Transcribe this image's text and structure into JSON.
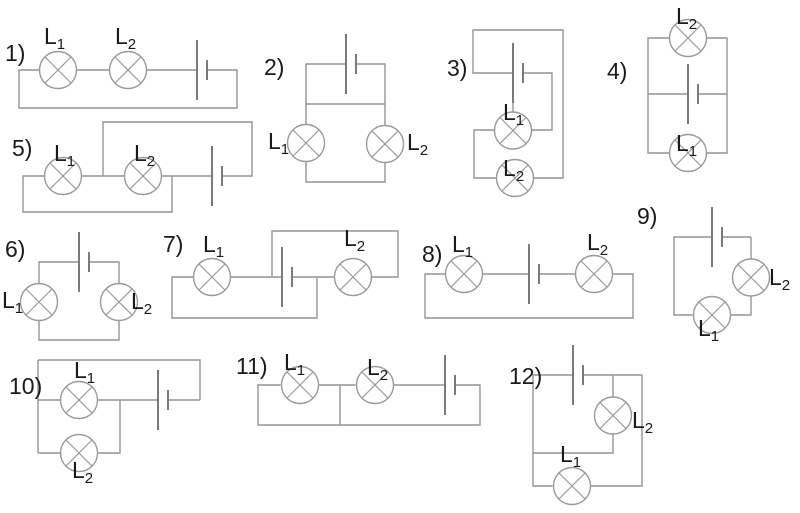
{
  "diagram": {
    "background": "#ffffff",
    "wire_color": "#949494",
    "plate_color": "#7a7a7a",
    "lamp_stroke_color": "#9a9a9a",
    "label_color": "#1a1a1a",
    "lamp_symbol": "circle-with-diagonal-cross",
    "battery_symbol": "long-and-short-plate-cell",
    "circuits": [
      {
        "number": "1)",
        "lamps": [
          {
            "base": "L",
            "sub": "1"
          },
          {
            "base": "L",
            "sub": "2"
          }
        ]
      },
      {
        "number": "2)",
        "lamps": [
          {
            "base": "L",
            "sub": "1"
          },
          {
            "base": "L",
            "sub": "2"
          }
        ]
      },
      {
        "number": "3)",
        "lamps": [
          {
            "base": "L",
            "sub": "1"
          },
          {
            "base": "L",
            "sub": "2"
          }
        ]
      },
      {
        "number": "4)",
        "lamps": [
          {
            "base": "L",
            "sub": "2"
          },
          {
            "base": "L",
            "sub": "1"
          }
        ]
      },
      {
        "number": "5)",
        "lamps": [
          {
            "base": "L",
            "sub": "1"
          },
          {
            "base": "L",
            "sub": "2"
          }
        ]
      },
      {
        "number": "6)",
        "lamps": [
          {
            "base": "L",
            "sub": "1"
          },
          {
            "base": "L",
            "sub": "2"
          }
        ]
      },
      {
        "number": "7)",
        "lamps": [
          {
            "base": "L",
            "sub": "1"
          },
          {
            "base": "L",
            "sub": "2"
          }
        ]
      },
      {
        "number": "8)",
        "lamps": [
          {
            "base": "L",
            "sub": "1"
          },
          {
            "base": "L",
            "sub": "2"
          }
        ]
      },
      {
        "number": "9)",
        "lamps": [
          {
            "base": "L",
            "sub": "2"
          },
          {
            "base": "L",
            "sub": "1"
          }
        ]
      },
      {
        "number": "10)",
        "lamps": [
          {
            "base": "L",
            "sub": "1"
          },
          {
            "base": "L",
            "sub": "2"
          }
        ]
      },
      {
        "number": "11)",
        "lamps": [
          {
            "base": "L",
            "sub": "1"
          },
          {
            "base": "L",
            "sub": "2"
          }
        ]
      },
      {
        "number": "12)",
        "lamps": [
          {
            "base": "L",
            "sub": "2"
          },
          {
            "base": "L",
            "sub": "1"
          }
        ]
      }
    ]
  }
}
